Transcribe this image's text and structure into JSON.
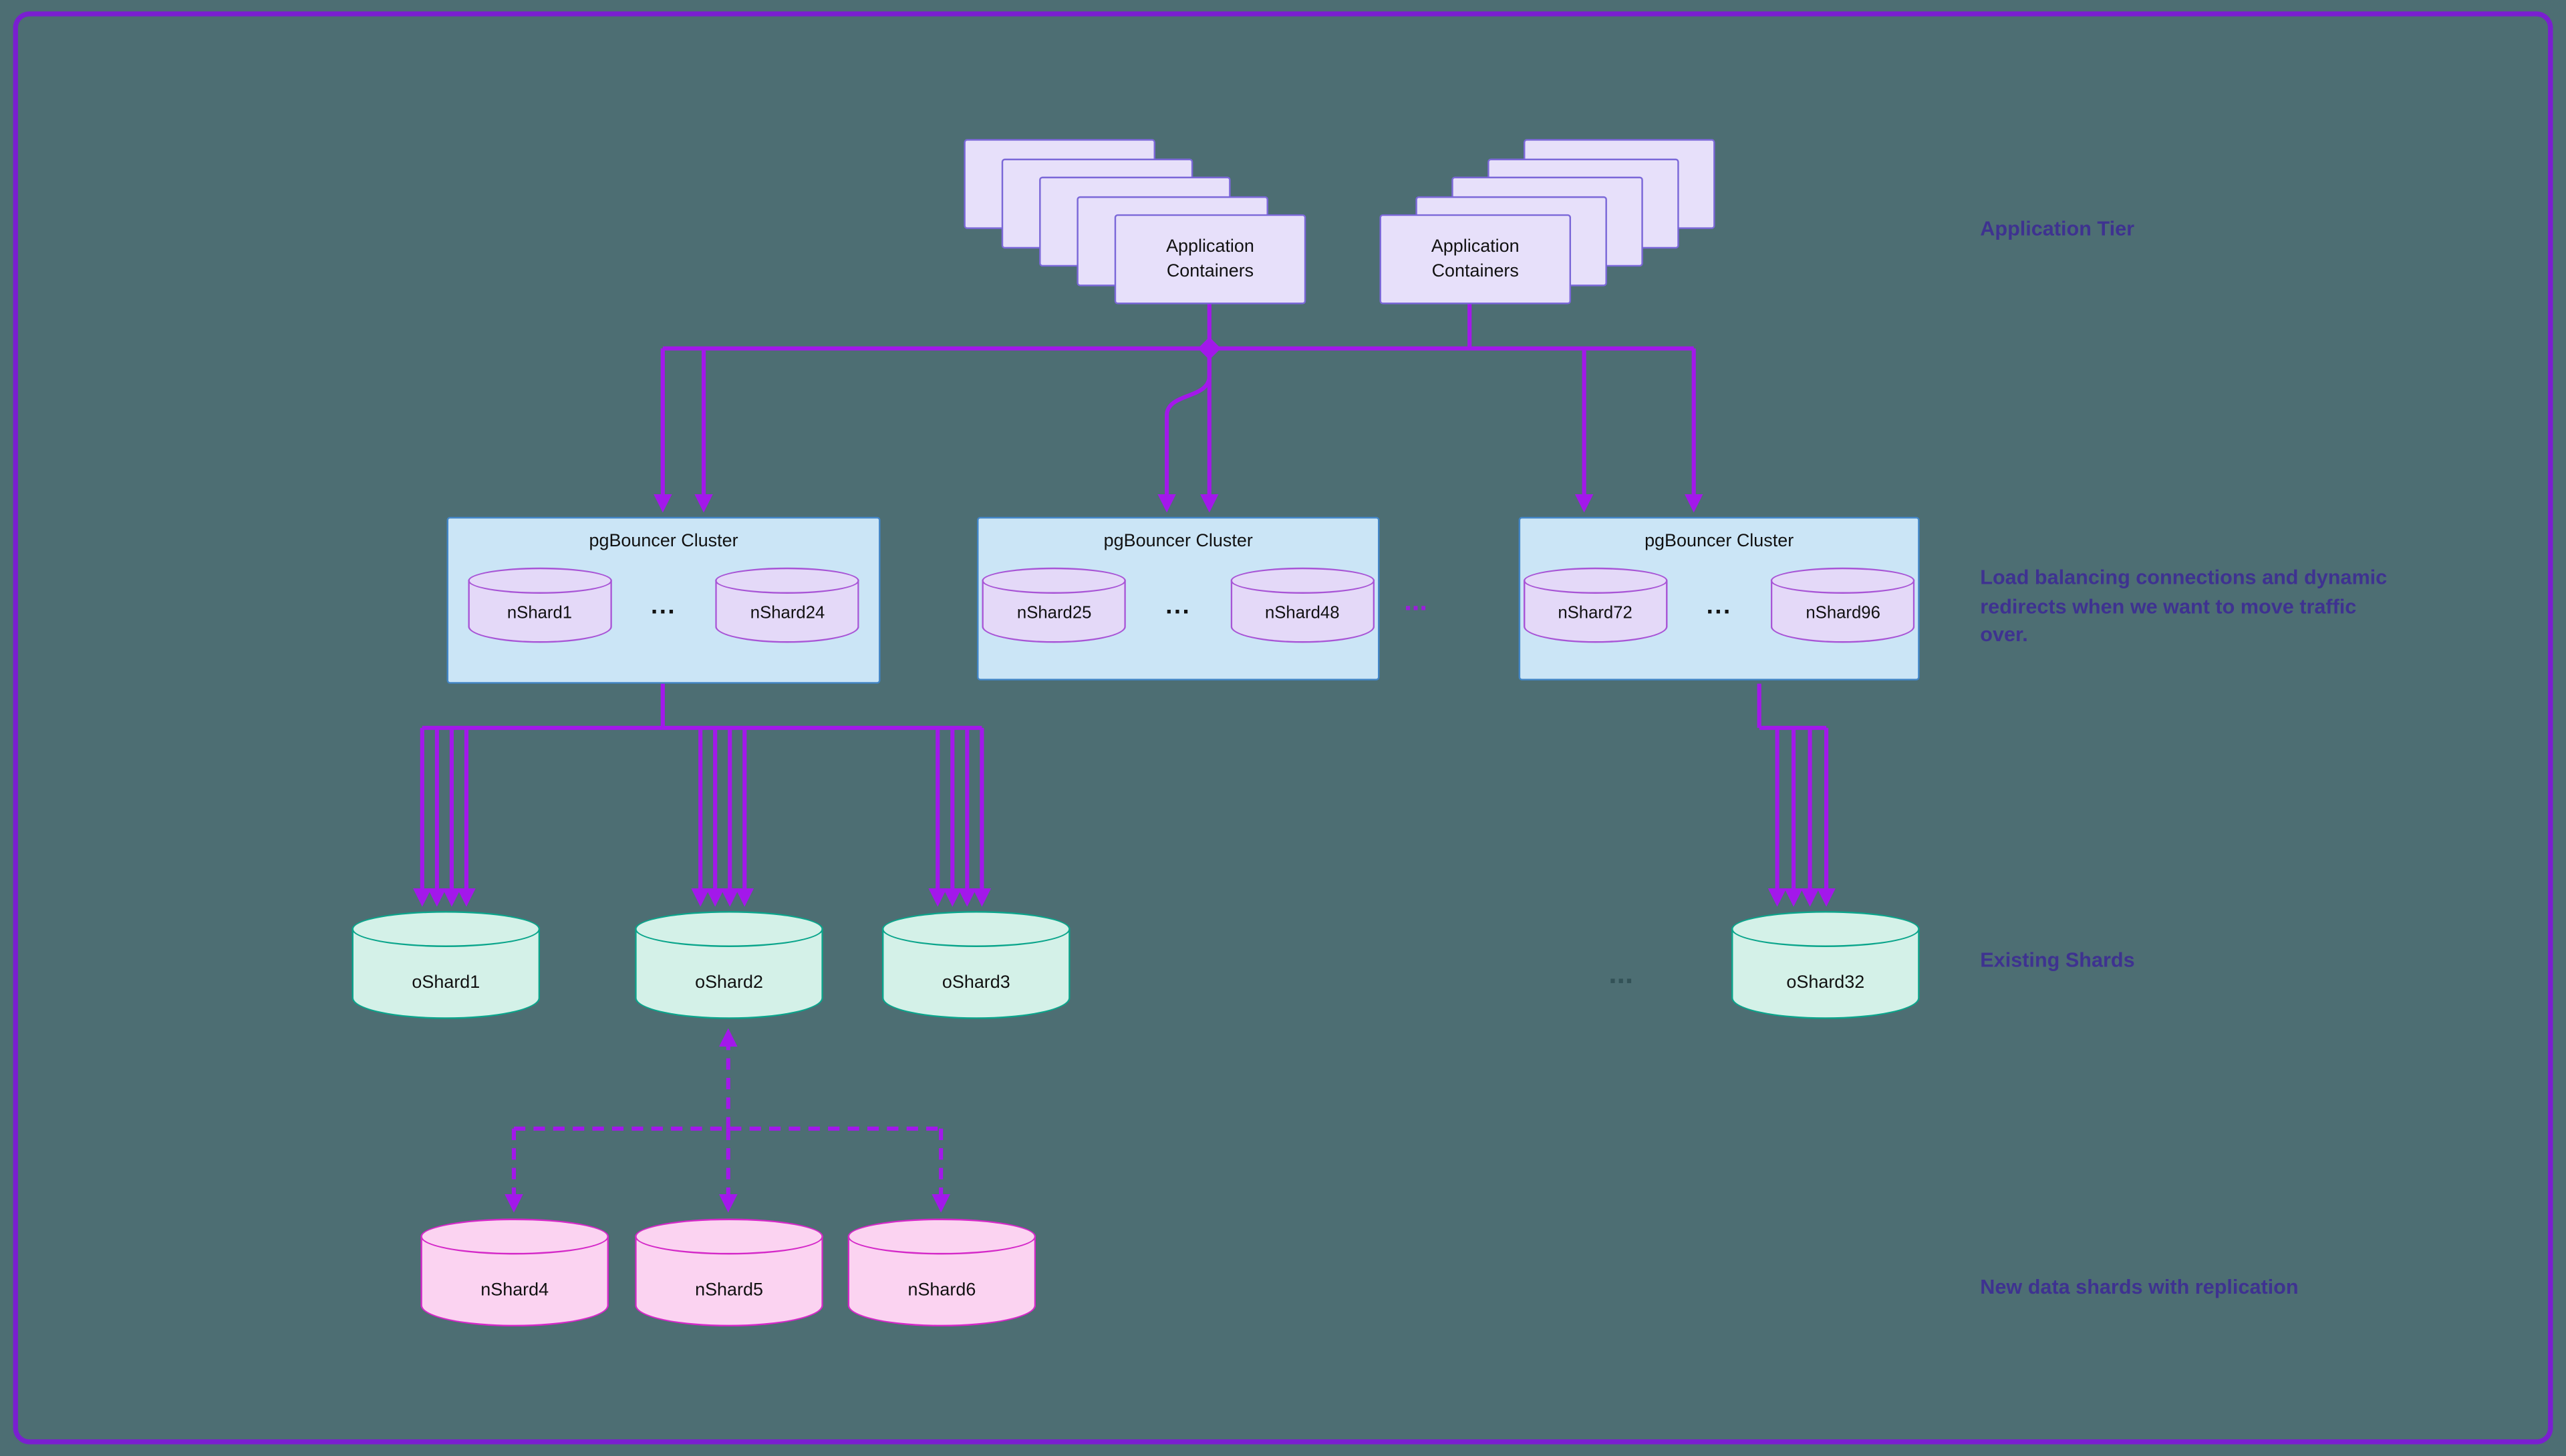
{
  "canvas": {
    "background_color": "#4D6E73",
    "frame_border_color": "#7A1FD0"
  },
  "annotations": {
    "application_tier": "Application Tier",
    "load_balancing": "Load balancing connections and dynamic\nredirects when we want to move traffic\nover.",
    "existing_shards": "Existing Shards",
    "new_shards": "New data shards with replication"
  },
  "app_stacks": [
    {
      "label": "Application Containers"
    },
    {
      "label": "Application Containers"
    }
  ],
  "pgbouncer_clusters": [
    {
      "title": "pgBouncer Cluster",
      "shard_left": "nShard1",
      "shard_right": "nShard24",
      "ellipsis": "..."
    },
    {
      "title": "pgBouncer Cluster",
      "shard_left": "nShard25",
      "shard_right": "nShard48",
      "ellipsis": "..."
    },
    {
      "title": "pgBouncer Cluster",
      "shard_left": "nShard72",
      "shard_right": "nShard96",
      "ellipsis": "..."
    }
  ],
  "cluster_gap_ellipsis": "...",
  "existing_shards": {
    "shard1": "oShard1",
    "shard2": "oShard2",
    "shard3": "oShard3",
    "ellipsis": "...",
    "shard32": "oShard32"
  },
  "new_shards": {
    "shard4": "nShard4",
    "shard5": "nShard5",
    "shard6": "nShard6"
  },
  "colors": {
    "connector": "#A318EA",
    "app_card_fill": "#E7E0FA",
    "app_card_stroke": "#7B68D8",
    "pgbox_fill": "#CBE5F6",
    "pgbox_stroke": "#4285C6",
    "inner_cyl_fill": "#E4D9F8",
    "inner_cyl_stroke": "#A855D6",
    "teal_cyl_fill": "#D4F1E8",
    "teal_cyl_stroke": "#0AA58B",
    "pink_cyl_fill": "#FBD3F1",
    "pink_cyl_stroke": "#D428C8",
    "annotation_text": "#3E3290"
  }
}
